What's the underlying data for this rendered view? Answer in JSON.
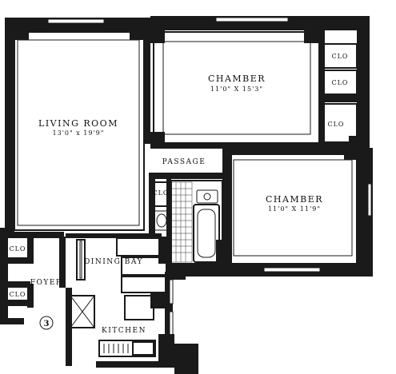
{
  "rooms": {
    "living_room": {
      "name": "LIVING ROOM",
      "dims": "13'0\" x 19'9\""
    },
    "chamber_1": {
      "name": "CHAMBER",
      "dims": "11'0\" X 15'3\""
    },
    "chamber_2": {
      "name": "CHAMBER",
      "dims": "11'0\" X 11'9\""
    },
    "passage": {
      "name": "PASSAGE"
    },
    "dining_bay": {
      "name": "DINING BAY"
    },
    "foyer": {
      "name": "FOYER"
    },
    "kitchen": {
      "name": "KITCHEN"
    }
  },
  "closets": {
    "clo_1": "CLO",
    "clo_2": "CLO",
    "clo_3": "CLO",
    "clo_4": "CLO",
    "clo_5": "CLO",
    "clo_6": "CLO"
  },
  "unit_marker": "3",
  "colors": {
    "ink": "#1a1a1a",
    "paper": "#ffffff"
  }
}
